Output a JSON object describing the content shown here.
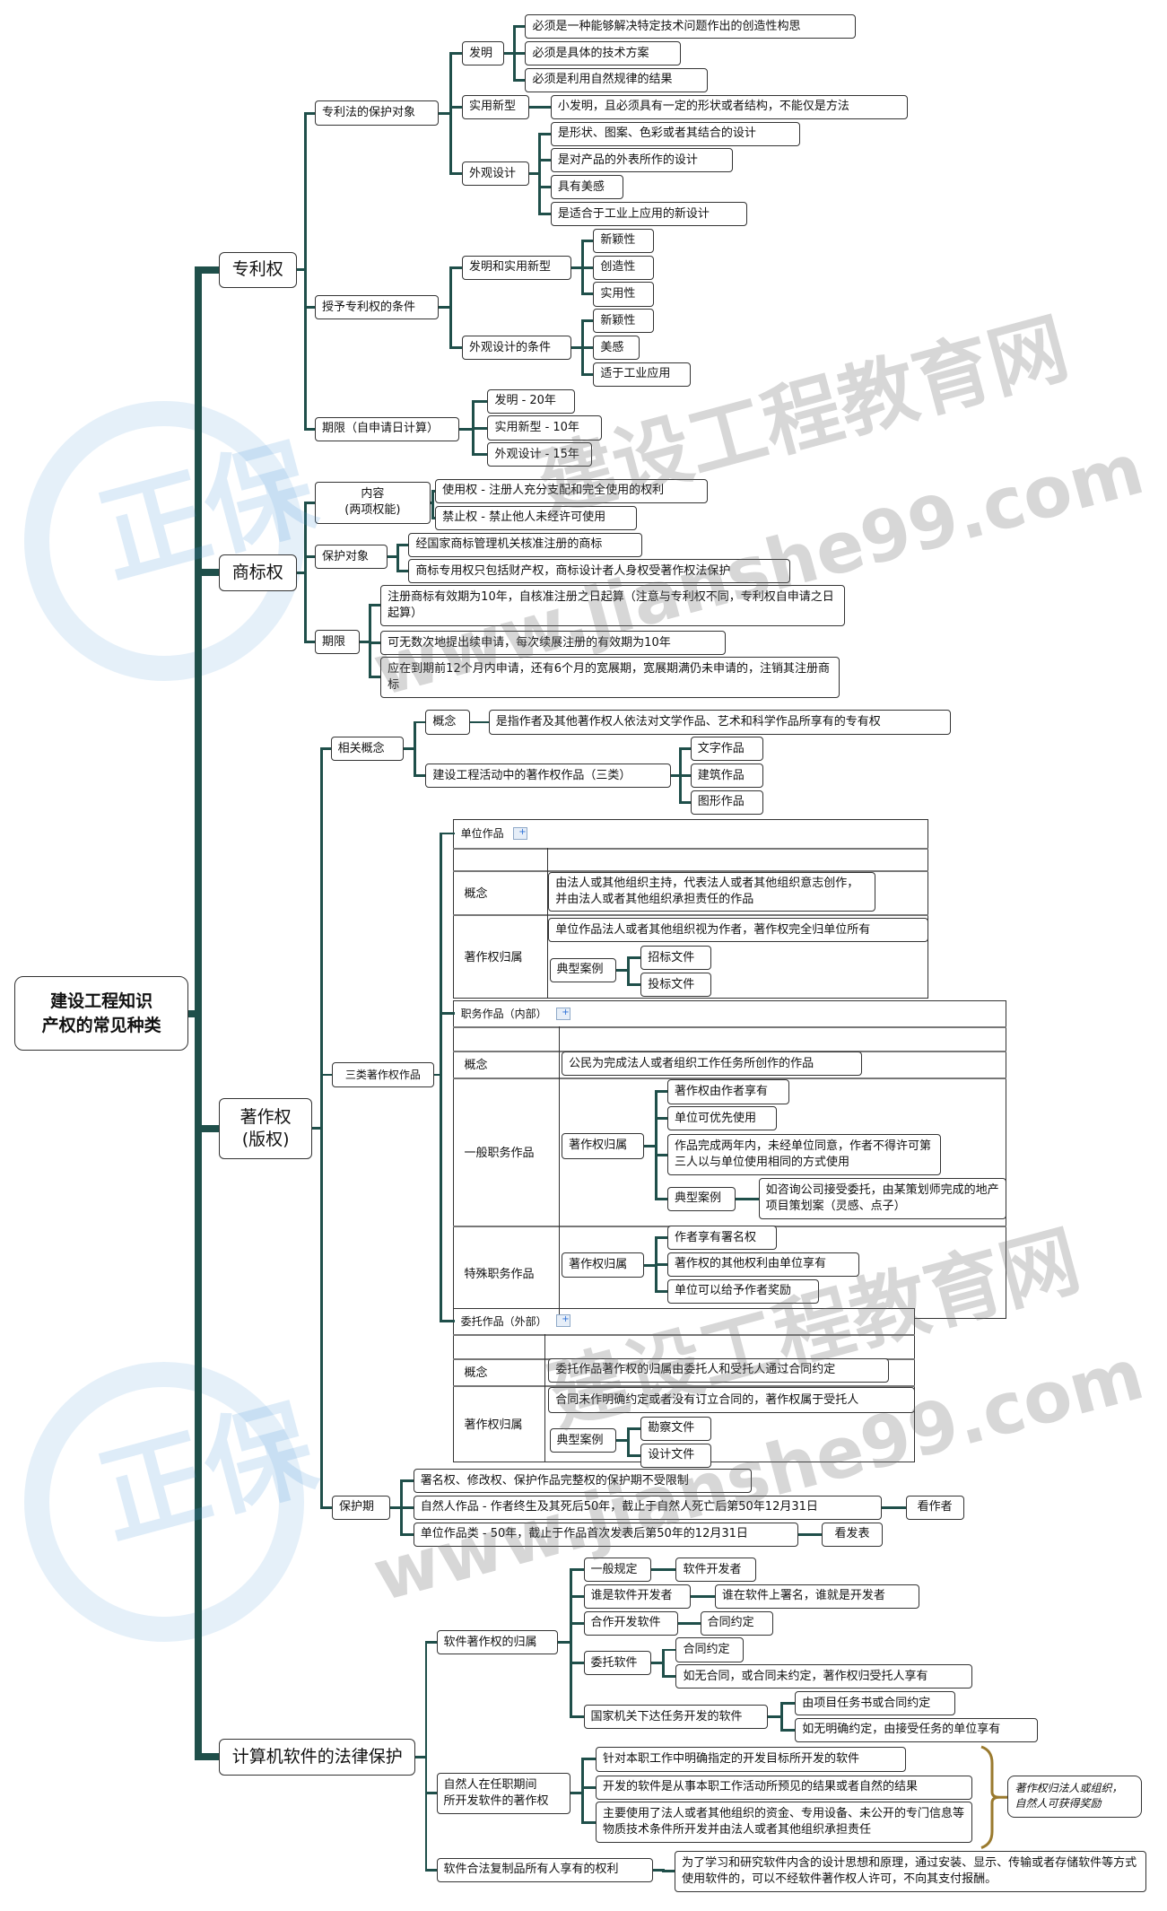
{
  "root_title": "建设工程知识\n产权的常见种类",
  "colors": {
    "connector": "#1f4f4a",
    "brace": "#9a7a2e",
    "watermark_blue": "#4696d7"
  },
  "watermark": {
    "logo": "正保",
    "brand": "建设工程教育网",
    "url": "www.jianshe99.com"
  },
  "patent": {
    "label": "专利权",
    "objects": {
      "label": "专利法的保护对象",
      "invention": {
        "label": "发明",
        "items": [
          "必须是一种能够解决特定技术问题作出的创造性构思",
          "必须是具体的技术方案",
          "必须是利用自然规律的结果"
        ]
      },
      "utility": {
        "label": "实用新型",
        "items": [
          "小发明，且必须具有一定的形状或者结构，不能仅是方法"
        ]
      },
      "design": {
        "label": "外观设计",
        "items": [
          "是形状、图案、色彩或者其结合的设计",
          "是对产品的外表所作的设计",
          "具有美感",
          "是适合于工业上应用的新设计"
        ]
      }
    },
    "conditions": {
      "label": "授予专利权的条件",
      "inv_utility": {
        "label": "发明和实用新型",
        "items": [
          "新颖性",
          "创造性",
          "实用性"
        ]
      },
      "design": {
        "label": "外观设计的条件",
        "items": [
          "新颖性",
          "美感",
          "适于工业应用"
        ]
      }
    },
    "term": {
      "label": "期限（自申请日计算）",
      "items": [
        "发明 - 20年",
        "实用新型 - 10年",
        "外观设计 - 15年"
      ]
    }
  },
  "trademark": {
    "label": "商标权",
    "content": {
      "label": "内容\n(两项权能)",
      "items": [
        "使用权 - 注册人充分支配和完全使用的权利",
        "禁止权 - 禁止他人未经许可使用"
      ]
    },
    "protection": {
      "label": "保护对象",
      "items": [
        "经国家商标管理机关核准注册的商标",
        "商标专用权只包括财产权，商标设计者人身权受著作权法保护"
      ]
    },
    "term": {
      "label": "期限",
      "items": [
        "注册商标有效期为10年，自核准注册之日起算（注意与专利权不同，专利权自申请之日起算）",
        "可无数次地提出续申请，每次续展注册的有效期为10年",
        "应在到期前12个月内申请，还有6个月的宽展期，宽展期满仍未申请的，注销其注册商标"
      ]
    }
  },
  "copyright": {
    "label": "著作权\n(版权)",
    "concepts": {
      "label": "相关概念",
      "concept": {
        "label": "概念",
        "text": "是指作者及其他著作权人依法对文学作品、艺术和科学作品所享有的专有权"
      },
      "works": {
        "label": "建设工程活动中的著作权作品（三类）",
        "items": [
          "文字作品",
          "建筑作品",
          "图形作品"
        ]
      }
    },
    "three": {
      "label": "三类著作权作品",
      "unit": {
        "title": "单位作品",
        "concept_label": "概念",
        "concept": "由法人或其他组织主持，代表法人或者其他组织意志创作，并由法人或者其他组织承担责任的作品",
        "owner_label": "著作权归属",
        "owner": "单位作品法人或者其他组织视为作者，著作权完全归单位所有",
        "case_label": "典型案例",
        "cases": [
          "招标文件",
          "投标文件"
        ]
      },
      "service": {
        "title": "职务作品（内部）",
        "concept_label": "概念",
        "concept": "公民为完成法人或者组织工作任务所创作的作品",
        "general_label": "一般职务作品",
        "general_owner_label": "著作权归属",
        "general_items": [
          "著作权由作者享有",
          "单位可优先使用",
          "作品完成两年内，未经单位同意，作者不得许可第三人以与单位使用相同的方式使用"
        ],
        "general_case_label": "典型案例",
        "general_case": "如咨询公司接受委托，由某策划师完成的地产项目策划案（灵感、点子）",
        "special_label": "特殊职务作品",
        "special_owner_label": "著作权归属",
        "special_items": [
          "作者享有署名权",
          "著作权的其他权利由单位享有",
          "单位可以给予作者奖励"
        ]
      },
      "commissioned": {
        "title": "委托作品（外部）",
        "concept_label": "概念",
        "concept": "委托作品著作权的归属由委托人和受托人通过合同约定",
        "owner_label": "著作权归属",
        "owner": "合同未作明确约定或者没有订立合同的，著作权属于受托人",
        "case_label": "典型案例",
        "cases": [
          "勘察文件",
          "设计文件"
        ]
      }
    },
    "term": {
      "label": "保护期",
      "items": [
        "署名权、修改权、保护作品完整权的保护期不受限制",
        "自然人作品 - 作者终生及其死后50年，截止于自然人死亡后第50年12月31日",
        "单位作品类 - 50年，截止于作品首次发表后第50年的12月31日"
      ],
      "notes": [
        "看作者",
        "看发表"
      ]
    }
  },
  "software": {
    "label": "计算机软件的法律保护",
    "ownership": {
      "label": "软件著作权的归属",
      "rules": [
        {
          "label": "一般规定",
          "items": [
            "软件开发者"
          ]
        },
        {
          "label": "谁是软件开发者",
          "items": [
            "谁在软件上署名，谁就是开发者"
          ]
        },
        {
          "label": "合作开发软件",
          "items": [
            "合同约定"
          ]
        },
        {
          "label": "委托软件",
          "items": [
            "合同约定",
            "如无合同，或合同未约定，著作权归受托人享有"
          ]
        },
        {
          "label": "国家机关下达任务开发的软件",
          "items": [
            "由项目任务书或合同约定",
            "如无明确约定，由接受任务的单位享有"
          ]
        }
      ]
    },
    "employment": {
      "label": "自然人在任职期间\n所开发软件的著作权",
      "items": [
        "针对本职工作中明确指定的开发目标所开发的软件",
        "开发的软件是从事本职工作活动所预见的结果或者自然的结果",
        "主要使用了法人或者其他组织的资金、专用设备、未公开的专门信息等物质技术条件所开发并由法人或者其他组织承担责任"
      ],
      "note": "著作权归法人或组织，\n自然人可获得奖励"
    },
    "copy": {
      "label": "软件合法复制品所有人享有的权利",
      "text": "为了学习和研究软件内含的设计思想和原理，通过安装、显示、传输或者存储软件等方式使用软件的，可以不经软件著作权人许可，不向其支付报酬。"
    }
  }
}
